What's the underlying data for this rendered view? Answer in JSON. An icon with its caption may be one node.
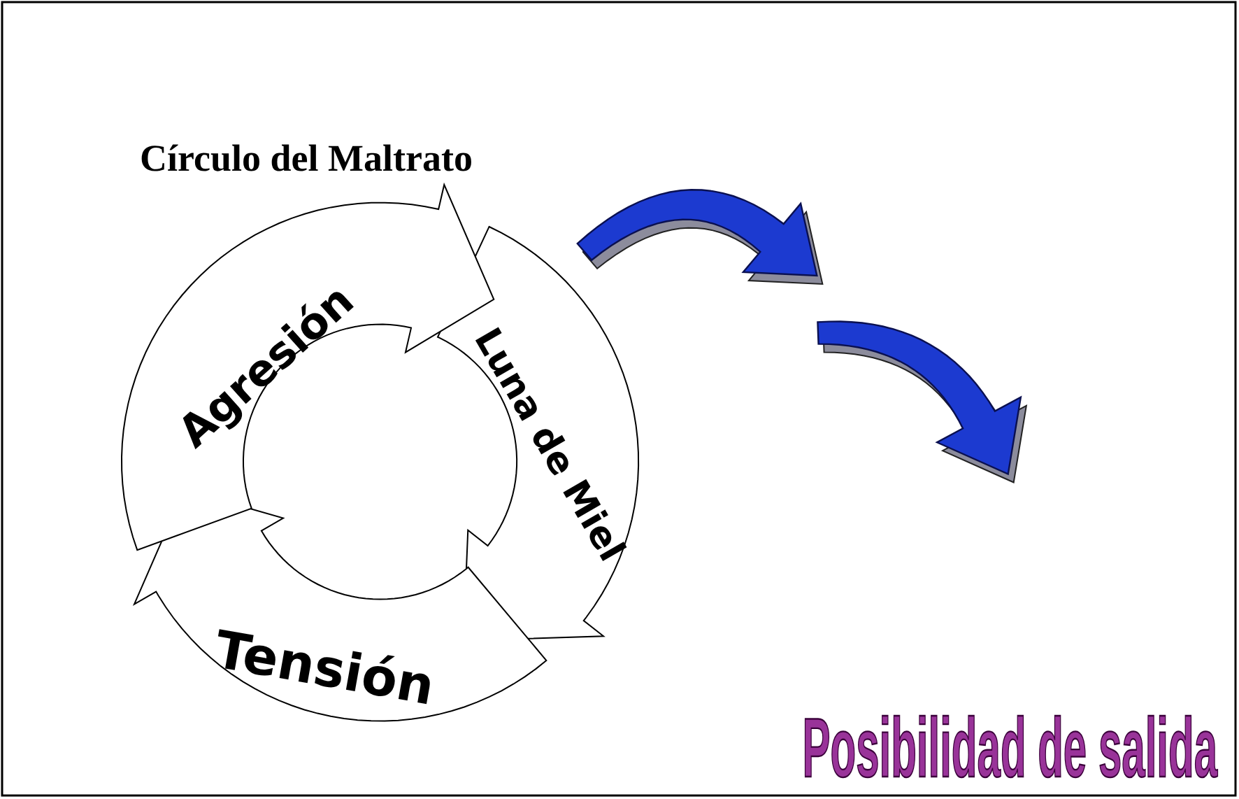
{
  "diagram": {
    "title": "Círculo del Maltrato",
    "nodes": [
      {
        "text": [
          "Agresión"
        ]
      },
      {
        "text": [
          "Luna de Miel"
        ]
      },
      {
        "text": [
          "Tensión"
        ]
      }
    ],
    "labels": [
      "Posibilidad de salida"
    ]
  }
}
